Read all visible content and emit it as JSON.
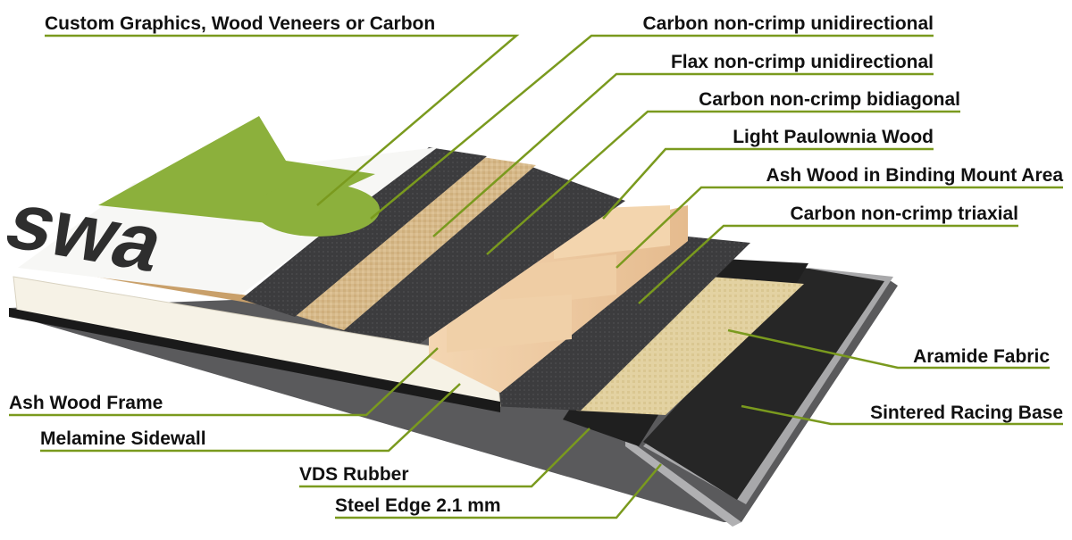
{
  "labels": {
    "custom_graphics": "Custom Graphics, Wood Veneers or Carbon",
    "carbon_unidirectional": "Carbon non-crimp unidirectional",
    "flax_unidirectional": "Flax non-crimp unidirectional",
    "carbon_bidiagonal": "Carbon non-crimp bidiagonal",
    "paulownia": "Light Paulownia Wood",
    "ash_binding": "Ash Wood in Binding Mount Area",
    "carbon_triaxial": "Carbon non-crimp triaxial",
    "aramide": "Aramide Fabric",
    "sintered_base": "Sintered Racing Base",
    "ash_frame": "Ash Wood Frame",
    "melamine": "Melamine Sidewall",
    "vds_rubber": "VDS Rubber",
    "steel_edge": "Steel Edge 2.1 mm"
  },
  "graphic_text": "swa",
  "colors": {
    "leader": "#7a9a1e",
    "carbon": "#3e3e40",
    "flax": "#d6b98a",
    "wood": "#ecc8a0",
    "base": "#262626",
    "edge": "#a8a8aa",
    "sidewall": "#f6f2e6",
    "graphic_green": "#8cb03c"
  }
}
